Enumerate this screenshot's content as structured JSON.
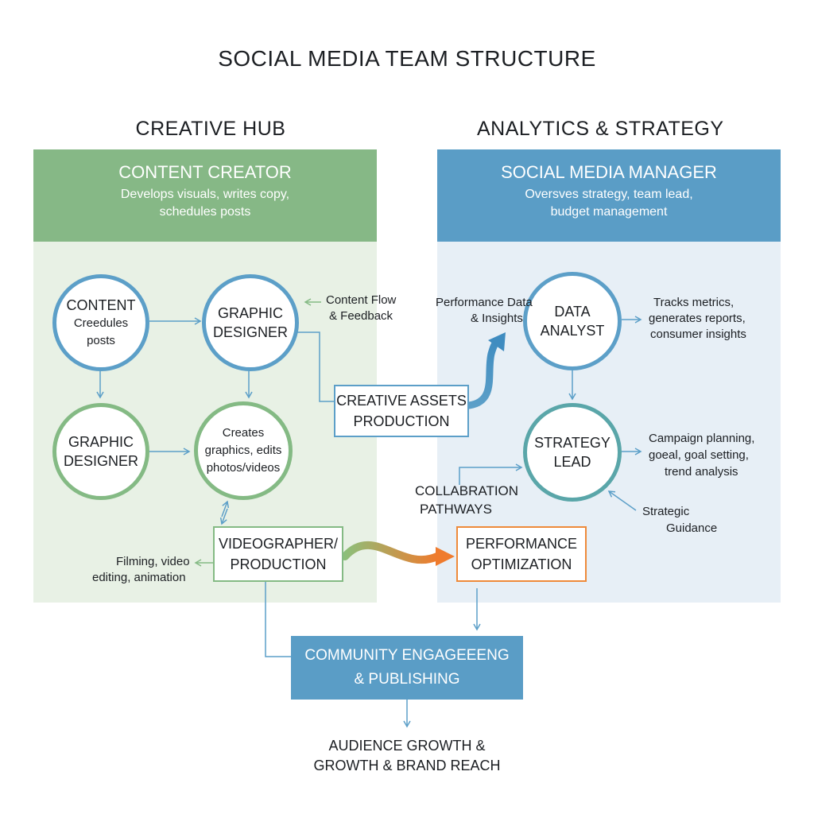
{
  "title": "SOCIAL MEDIA TEAM STRUCTURE",
  "sections": {
    "creative": {
      "label": "CREATIVE HUB",
      "header_title": "CONTENT CREATOR",
      "header_sub_1": "Develops visuals, writes copy,",
      "header_sub_2": "schedules posts"
    },
    "analytics": {
      "label": "ANALYTICS & STRATEGY",
      "header_title": "SOCIAL MEDIA MANAGER",
      "header_sub_1": "Oversves strategy, team lead,",
      "header_sub_2": "budget management"
    }
  },
  "nodes": {
    "content": {
      "title": "CONTENT",
      "sub_1": "Creedules",
      "sub_2": "posts"
    },
    "graphic_designer_top": {
      "line_1": "GRAPHIC",
      "line_2": "DESIGNER"
    },
    "graphic_designer_left": {
      "line_1": "GRAPHIC",
      "line_2": "DESIGNER"
    },
    "creates": {
      "line_1": "Creates",
      "line_2": "graphics, edits",
      "line_3": "photos/videos"
    },
    "data_analyst": {
      "line_1": "DATA",
      "line_2": "ANALYST"
    },
    "strategy_lead": {
      "line_1": "STRATEGY",
      "line_2": "LEAD"
    }
  },
  "boxes": {
    "creative_assets": {
      "line_1": "CREATIVE ASSETS",
      "line_2": "PRODUCTION"
    },
    "videographer": {
      "line_1": "VIDEOGRAPHER/",
      "line_2": "PRODUCTION"
    },
    "performance": {
      "line_1": "PERFORMANCE",
      "line_2": "OPTIMIZATION"
    },
    "community": {
      "line_1": "COMMUNITY ENGAGEEENG",
      "line_2": "& PUBLISHING"
    }
  },
  "notes": {
    "content_flow_1": "Content Flow",
    "content_flow_2": "& Feedback",
    "performance_data_1": "Performance Data",
    "performance_data_2": "& Insights",
    "tracks_1": "Tracks metrics,",
    "tracks_2": "generates reports,",
    "tracks_3": "consumer insights",
    "campaign_1": "Campaign planning,",
    "campaign_2": "goeal, goal setting,",
    "campaign_3": "trend analysis",
    "strategic_1": "Strategic",
    "strategic_2": "Guidance",
    "collab_1": "COLLABRATION",
    "collab_2": "PATHWAYS",
    "filming_1": "Filming, video",
    "filming_2": "editing, animation",
    "audience_1": "AUDIENCE GROWTH &",
    "audience_2": "GROWTH & BRAND REACH"
  },
  "colors": {
    "green_accent": "#84ba84",
    "blue_accent": "#5c9fc8",
    "teal_accent": "#5aa6a9",
    "orange_accent": "#ee8a3a",
    "green_panel": "#e8f1e5",
    "blue_panel": "#e7eff6"
  }
}
